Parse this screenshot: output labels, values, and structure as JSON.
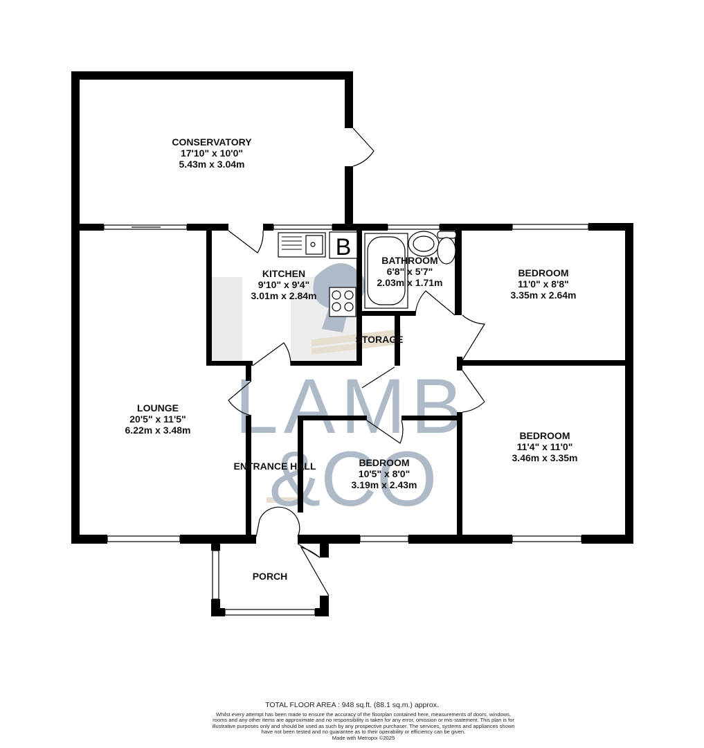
{
  "watermark": {
    "line1": "LAMB",
    "line2": "&CO"
  },
  "boiler_label": "B",
  "rooms": [
    {
      "name": "CONSERVATORY",
      "imperial": "17'10\"  x 10'0\"",
      "metric": "5.43m  x 3.04m"
    },
    {
      "name": "KITCHEN",
      "imperial": "9'10\"  x 9'4\"",
      "metric": "3.01m  x 2.84m"
    },
    {
      "name": "BATHROOM",
      "imperial": "6'8\"  x 5'7\"",
      "metric": "2.03m  x 1.71m"
    },
    {
      "name": "BEDROOM",
      "imperial": "11'0\"  x 8'8\"",
      "metric": "3.35m  x 2.64m"
    },
    {
      "name": "LOUNGE",
      "imperial": "20'5\"  x 11'5\"",
      "metric": "6.22m  x 3.48m"
    },
    {
      "name": "BEDROOM",
      "imperial": "11'4\"  x 11'0\"",
      "metric": "3.46m  x 3.35m"
    },
    {
      "name": "BEDROOM",
      "imperial": "10'5\"  x 8'0\"",
      "metric": "3.19m  x 2.43m"
    },
    {
      "name": "STORAGE"
    },
    {
      "name": "ENTRANCE HALL"
    },
    {
      "name": "PORCH"
    }
  ],
  "footer": {
    "total_area": "TOTAL FLOOR AREA : 948 sq.ft. (88.1 sq.m.) approx.",
    "disclaimer": "Whilst every attempt has been made to ensure the accuracy of the floorplan contained here, measurements of doors, windows, rooms and any other items are approximate and no responsibility is taken for any error, omission or mis-statement. This plan is for illustrative purposes only and should be used as such by any prospective purchaser. The services, systems and appliances shown have not been tested and no guarantee as to their operability or efficiency can be given.",
    "made_with": "Made with Metropix ©2025"
  }
}
